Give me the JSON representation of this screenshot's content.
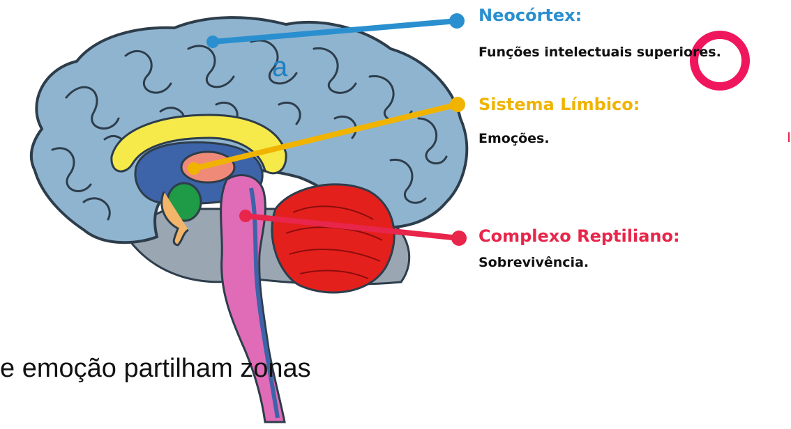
{
  "labels": {
    "neocortex": {
      "title": "Neocórtex:",
      "desc": "Funções intelectuais superiores.",
      "color": "#2a8fcf"
    },
    "limbico": {
      "title": "Sistema Límbico:",
      "desc": "Emoções.",
      "color": "#f0b400"
    },
    "reptiliano": {
      "title": "Complexo Reptiliano:",
      "desc": "Sobrevivência.",
      "color": "#e8254a"
    }
  },
  "slide": {
    "edge_text": "a",
    "bottom_text": "e emoção partilham zonas",
    "edge_text_color": "#1f7fc0"
  },
  "annotation": {
    "color": "#f0165e"
  },
  "brain_colors": {
    "cortex": "#8fb4cf",
    "cortex_outline": "#2d3d4b",
    "limbic_arc": "#f6e94a",
    "limbic_core": "#3d63a8",
    "thalamus": "#f08a78",
    "amygdala": "#1f9a46",
    "brainstem": "#e06bb7",
    "cerebellum": "#e4201c",
    "inner_gray": "#9aa6b2"
  }
}
